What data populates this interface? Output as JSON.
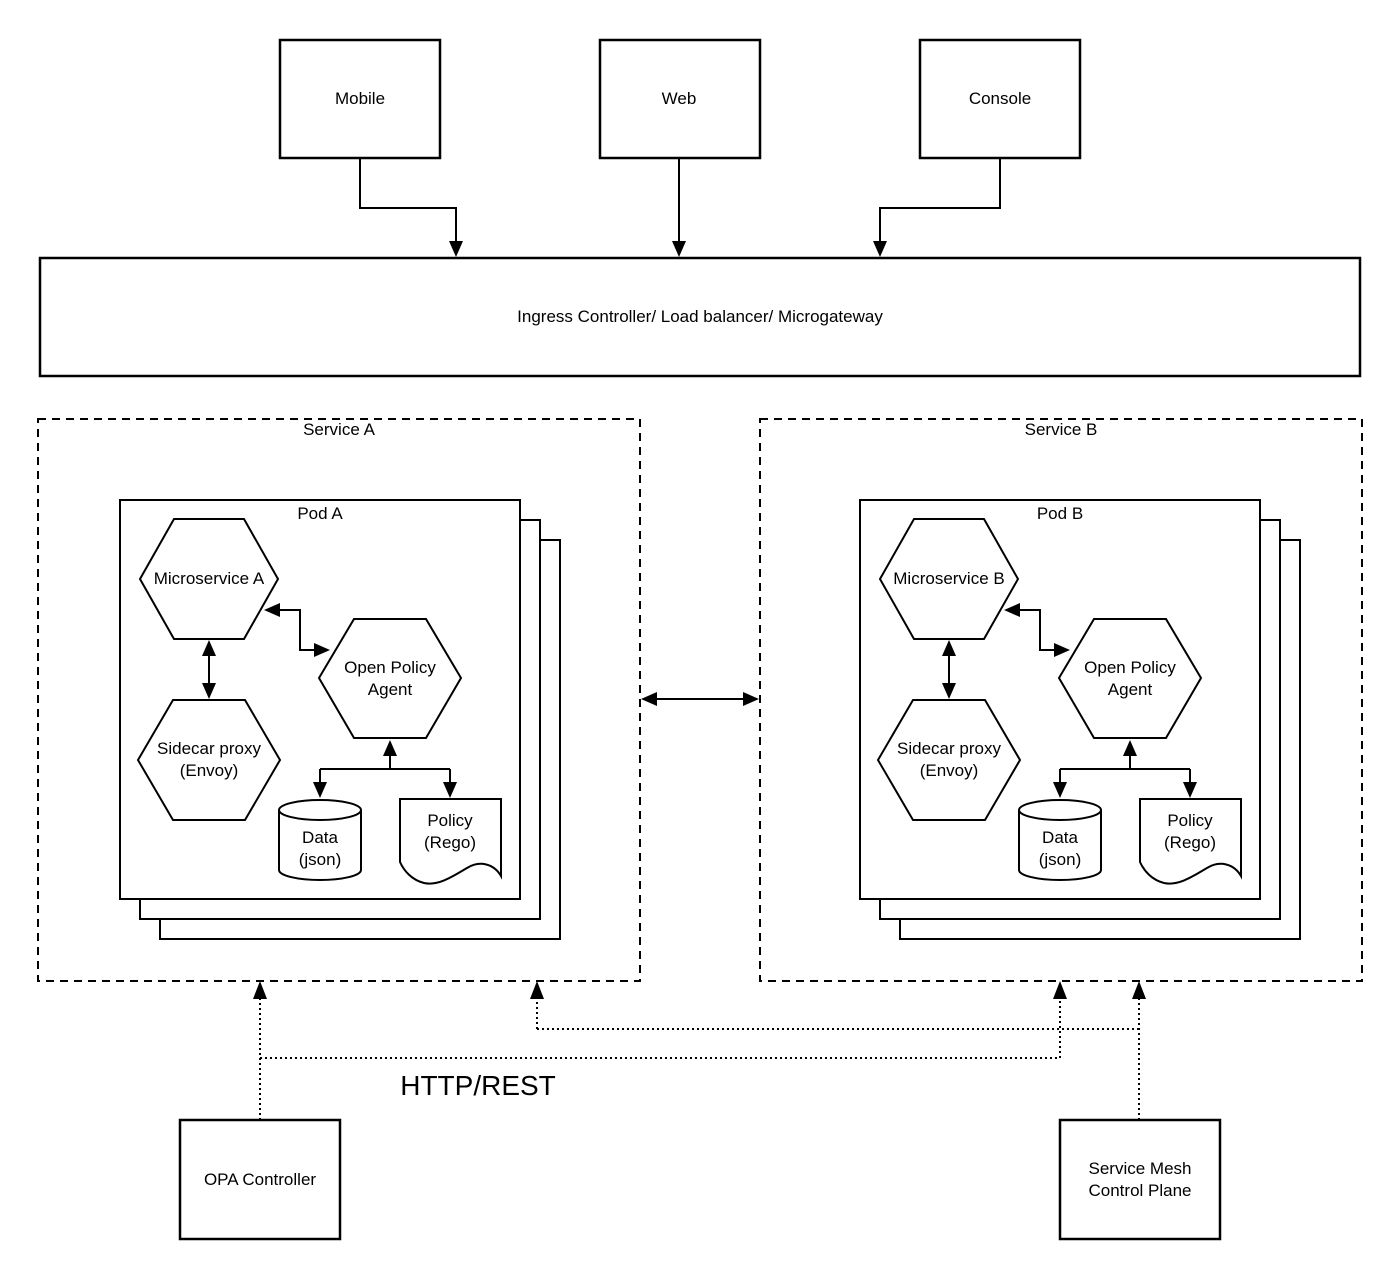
{
  "clients": [
    {
      "label": "Mobile"
    },
    {
      "label": "Web"
    },
    {
      "label": "Console"
    }
  ],
  "ingress": {
    "label": "Ingress Controller/ Load balancer/ Microgateway"
  },
  "services": [
    {
      "title": "Service A",
      "pod_title": "Pod A",
      "microservice": "Microservice A",
      "sidecar_line1": "Sidecar proxy",
      "sidecar_line2": "(Envoy)",
      "opa_line1": "Open Policy",
      "opa_line2": "Agent",
      "data_line1": "Data",
      "data_line2": "(json)",
      "policy_line1": "Policy",
      "policy_line2": "(Rego)"
    },
    {
      "title": "Service B",
      "pod_title": "Pod B",
      "microservice": "Microservice B",
      "sidecar_line1": "Sidecar proxy",
      "sidecar_line2": "(Envoy)",
      "opa_line1": "Open Policy",
      "opa_line2": "Agent",
      "data_line1": "Data",
      "data_line2": "(json)",
      "policy_line1": "Policy",
      "policy_line2": "(Rego)"
    }
  ],
  "bottom": {
    "opa_controller": "OPA Controller",
    "service_mesh_line1": "Service Mesh",
    "service_mesh_line2": "Control Plane",
    "edge_label": "HTTP/REST"
  },
  "colors": {
    "line": "#000000",
    "background": "#ffffff"
  }
}
